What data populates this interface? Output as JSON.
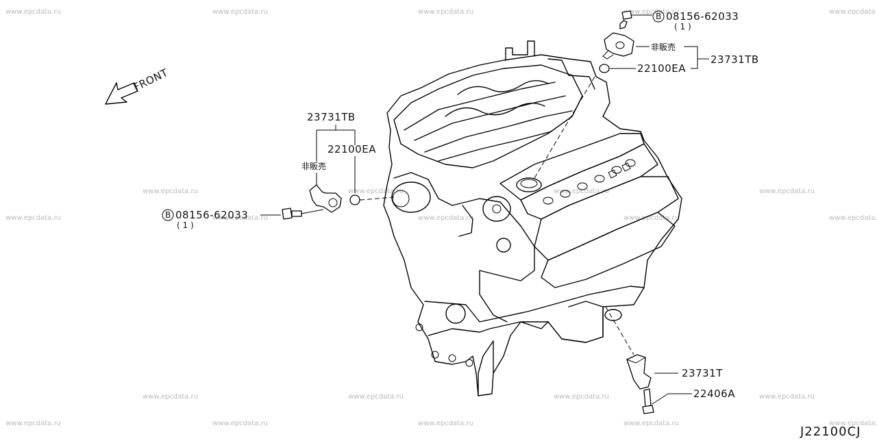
{
  "watermark": "www.epcdata.ru",
  "front_label": "FRONT",
  "diagram_code": "J22100CJ",
  "callouts": {
    "bolt_top_part": "08156-62033",
    "bolt_top_qty": "( 1 )",
    "not_for_sale_top": "非販売",
    "oring_top": "22100EA",
    "sensor_top": "23731TB",
    "sensor_left": "23731TB",
    "oring_left": "22100EA",
    "not_for_sale_left": "非販売",
    "bolt_left_part": "08156-62033",
    "bolt_left_qty": "( 1 )",
    "crank_sensor": "23731T",
    "crank_bolt": "22406A",
    "bolt_symbol": "B"
  }
}
